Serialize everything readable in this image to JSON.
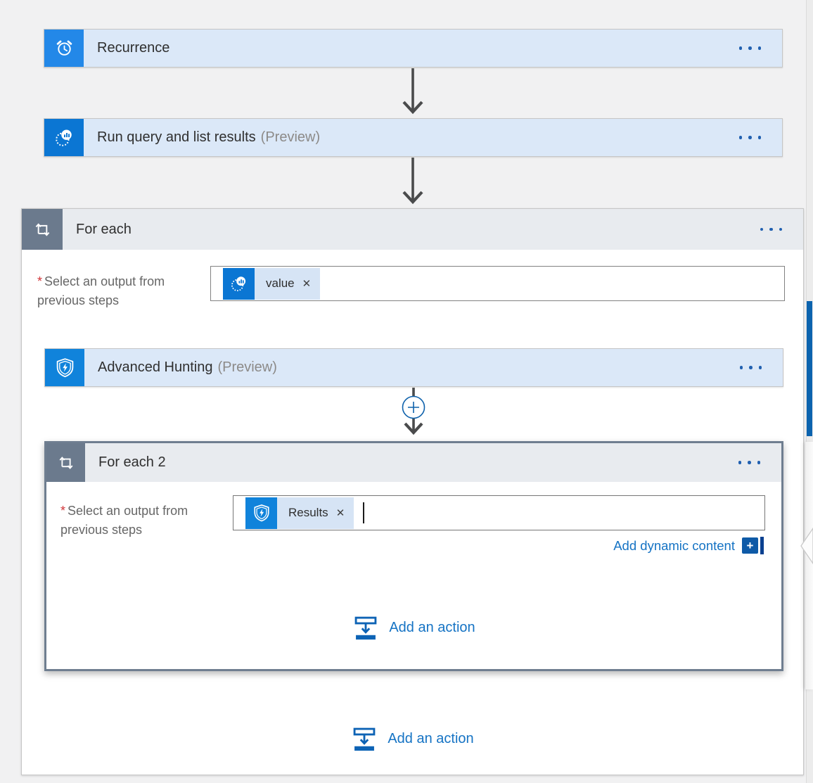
{
  "colors": {
    "canvas_bg": "#F1F1F2",
    "card_bg": "#DBE8F8",
    "card_border": "#C6C6C6",
    "recurrence_icon_bg": "#2388E8",
    "query_icon_bg": "#0B76D3",
    "hunting_icon_bg": "#1083DB",
    "scope_icon_bg": "#6B7A8D",
    "scope_header_bg": "#E8EBEF",
    "selected_scope_border": "#6F7E90",
    "link_blue": "#1573C4",
    "ellipsis_blue": "#2160B0",
    "token_bg": "#D6E4F5",
    "required_red": "#D13438",
    "arrow_gray": "#4A4B4C",
    "scrollbar_thumb_blue": "#0B63AE",
    "dynamic_plus_bg": "#0E5AA7"
  },
  "flow": {
    "recurrence": {
      "title": "Recurrence"
    },
    "run_query": {
      "title": "Run query and list results",
      "preview": "(Preview)"
    },
    "for_each": {
      "title": "For each",
      "required_marker": "*",
      "output_label": "Select an output from previous steps",
      "token": {
        "label": "value",
        "remove_glyph": "✕"
      },
      "advanced_hunting": {
        "title": "Advanced Hunting",
        "preview": "(Preview)"
      },
      "insert_plus_glyph": "+",
      "add_action_label": "Add an action",
      "for_each_2": {
        "title": "For each 2",
        "required_marker": "*",
        "output_label": "Select an output from previous steps",
        "token": {
          "label": "Results",
          "remove_glyph": "✕"
        },
        "add_dynamic_content_label": "Add dynamic content",
        "add_dynamic_plus_glyph": "+",
        "add_action_label": "Add an action"
      }
    }
  }
}
